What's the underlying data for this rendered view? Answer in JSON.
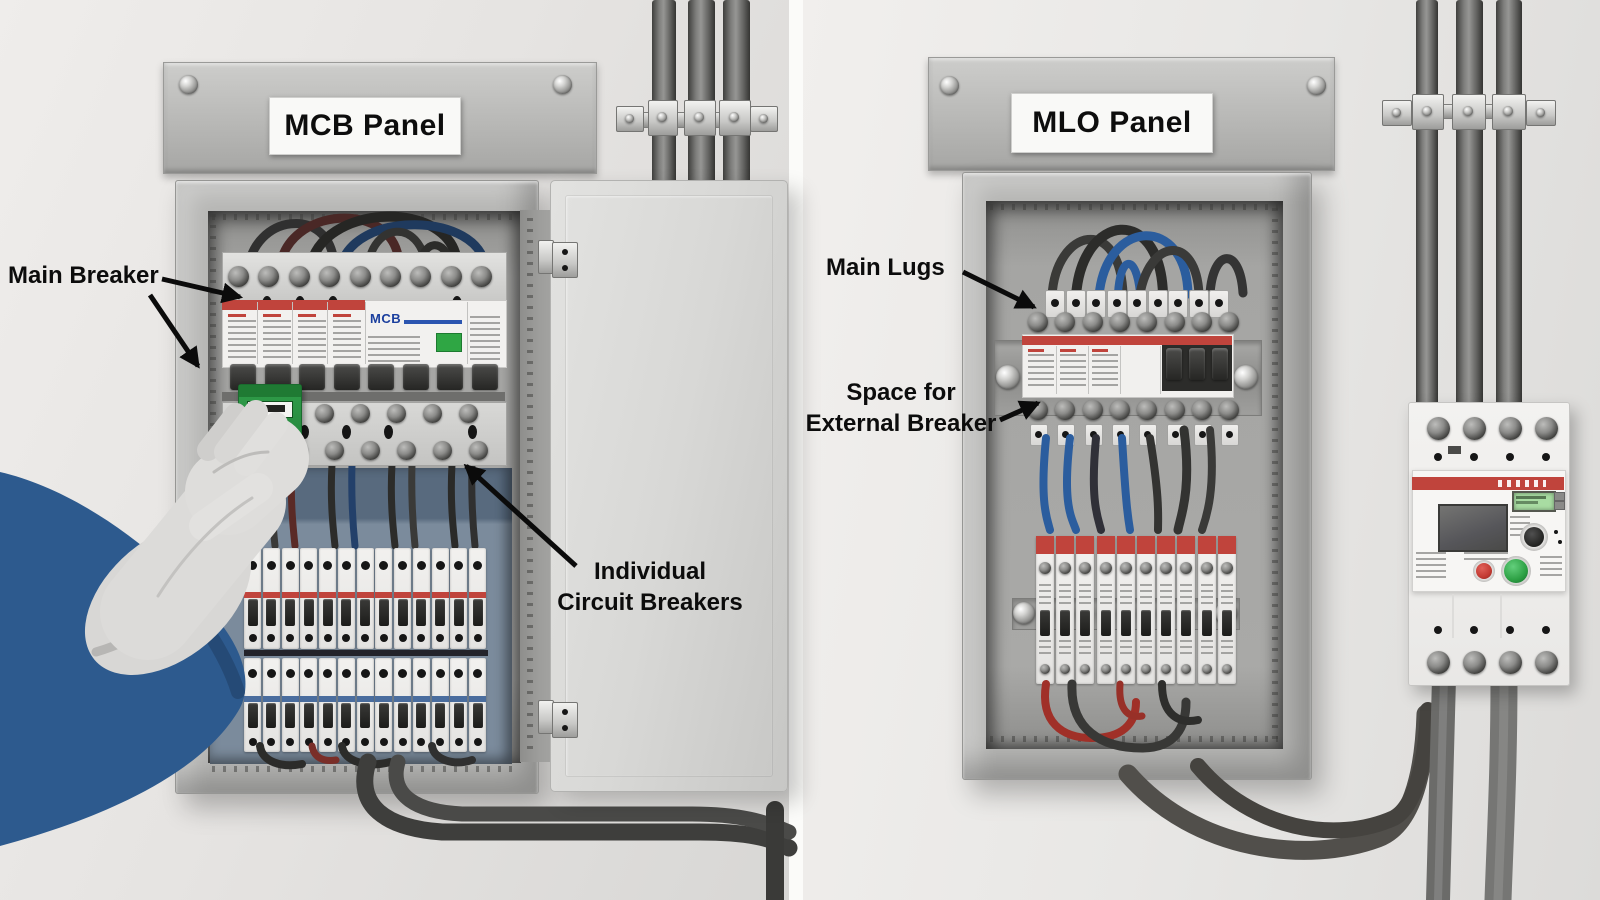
{
  "left_panel": {
    "title": "MCB Panel",
    "annotations": {
      "main_breaker": "Main Breaker",
      "individual_line1": "Individual",
      "individual_line2": "Circuit Breakers"
    },
    "main_breaker_unit": {
      "brand_label": "MCB",
      "pole_toggles": 8,
      "terminal_screws": 9
    },
    "breaker_rows": {
      "rows": 2,
      "per_row": 13,
      "row1_stripe": "red",
      "row2_stripe": "blue"
    }
  },
  "right_panel": {
    "title": "MLO Panel",
    "annotations": {
      "main_lugs": "Main Lugs",
      "space_line1": "Space for",
      "space_line2": "External Breaker"
    },
    "lug_terminals": 9,
    "upper_breaker_screws": 8,
    "lower_breakers": 10
  },
  "external_device": {
    "has_lcd": true,
    "buttons": [
      "red",
      "green"
    ]
  },
  "colors": {
    "red_stripe": "#c0443c",
    "blue_stripe": "#4a6d9e",
    "device_green": "#2f9e49",
    "lcd_green": "#a8dca2",
    "button_green": "#2da044",
    "button_red": "#c33a32",
    "sleeve_blue": "#2d5a8e",
    "label_text": "#0c0c0c"
  }
}
